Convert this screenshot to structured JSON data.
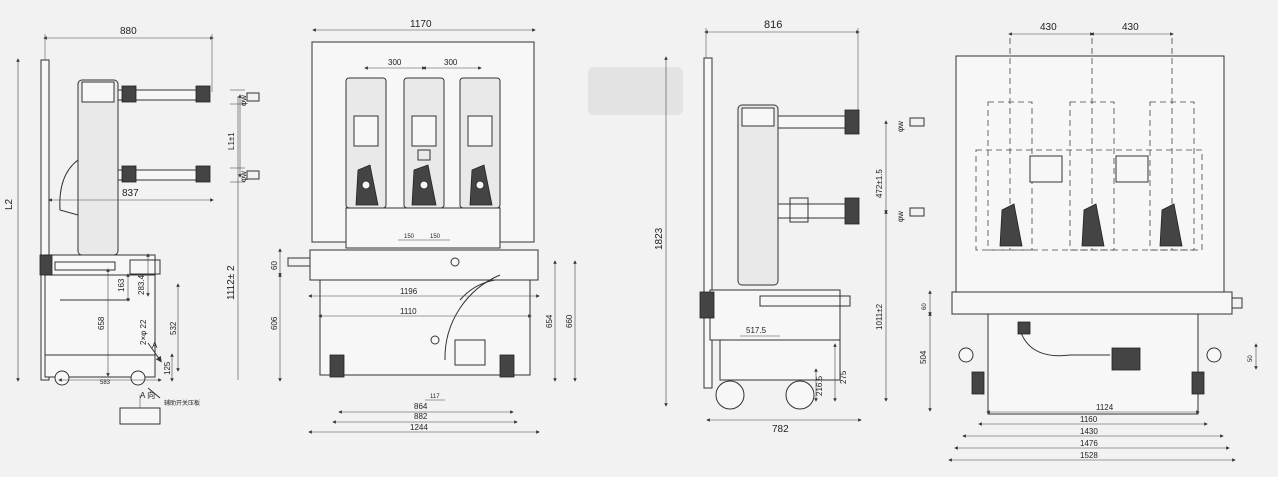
{
  "views": {
    "side_left": {
      "dims": {
        "w880": "880",
        "w837": "837",
        "l2": "L2",
        "l1": "L1±1",
        "d_phi": "φw",
        "h1112": "1112± 2",
        "h283": "283.4",
        "h163": "163",
        "h658": "658",
        "h22": "2×φ 22",
        "h532": "532",
        "h125": "125",
        "w583": "583",
        "arrow_a": "A",
        "view_a": "A 向",
        "aux_label": "辅助开关压板"
      }
    },
    "front_left": {
      "dims": {
        "w1170": "1170",
        "w300a": "300",
        "w300b": "300",
        "w150a": "150",
        "w150b": "150",
        "h60": "60",
        "w1196": "1196",
        "w1110": "1110",
        "h606": "606",
        "h654": "654",
        "h660": "660",
        "w117": "117",
        "w864": "864",
        "w882": "882",
        "w1244": "1244"
      }
    },
    "side_right": {
      "dims": {
        "w816": "816",
        "d_phi_a": "φw",
        "d_phi_b": "φw",
        "h472": "472±1.5",
        "h1823": "1823",
        "h1011": "1011±2",
        "w517": "517.5",
        "h275": "275",
        "h216": "216.5",
        "w782": "782"
      }
    },
    "front_right": {
      "dims": {
        "w430a": "430",
        "w430b": "430",
        "h60": "60",
        "h50": "50",
        "h504": "504",
        "w1124": "1124",
        "w1160": "1160",
        "w1430": "1430",
        "w1476": "1476",
        "w1528": "1528"
      }
    }
  }
}
